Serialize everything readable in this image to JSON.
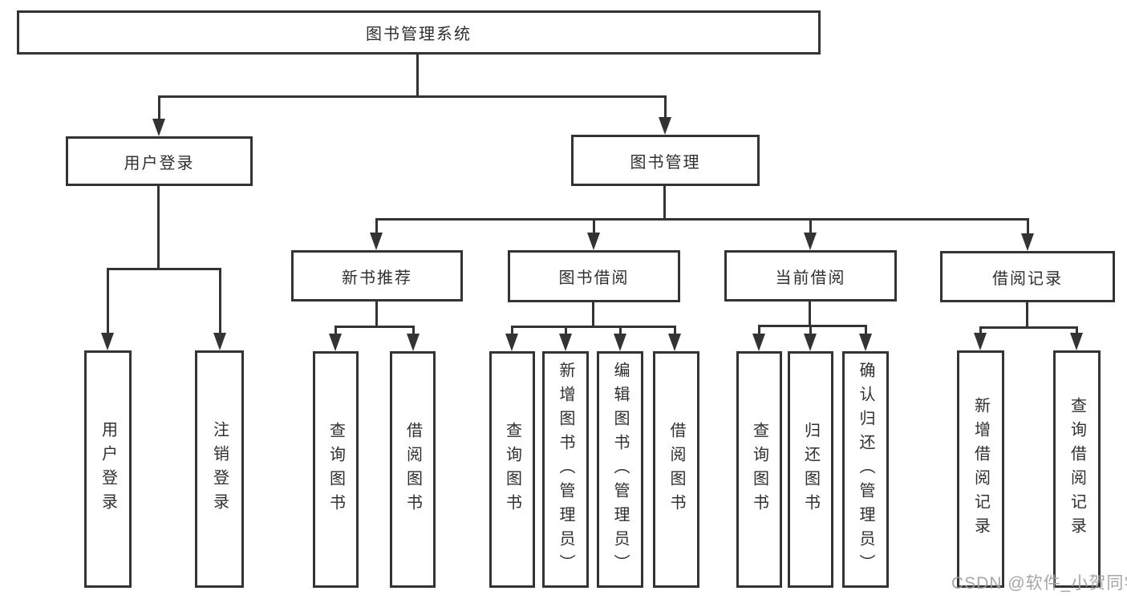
{
  "tree": {
    "label": "图书管理系统",
    "children": [
      {
        "label": "用户登录",
        "children": [
          {
            "label": "用户登录"
          },
          {
            "label": "注销登录"
          }
        ]
      },
      {
        "label": "图书管理",
        "children": [
          {
            "label": "新书推荐",
            "children": [
              {
                "label": "查询图书"
              },
              {
                "label": "借阅图书"
              }
            ]
          },
          {
            "label": "图书借阅",
            "children": [
              {
                "label": "查询图书"
              },
              {
                "label": "新增图书（管理员）"
              },
              {
                "label": "编辑图书（管理员）"
              },
              {
                "label": "借阅图书"
              }
            ]
          },
          {
            "label": "当前借阅",
            "children": [
              {
                "label": "查询图书"
              },
              {
                "label": "归还图书"
              },
              {
                "label": "确认归还（管理员）"
              }
            ]
          },
          {
            "label": "借阅记录",
            "children": [
              {
                "label": "新增借阅记录"
              },
              {
                "label": "查询借阅记录"
              }
            ]
          }
        ]
      }
    ]
  },
  "watermark": {
    "text": "CSDN @软件_小贺同学"
  },
  "colors": {
    "line": "#333333",
    "box_border": "#333333",
    "text": "#2f2f2f",
    "watermark": "#9e9e9e",
    "background": "#ffffff"
  }
}
